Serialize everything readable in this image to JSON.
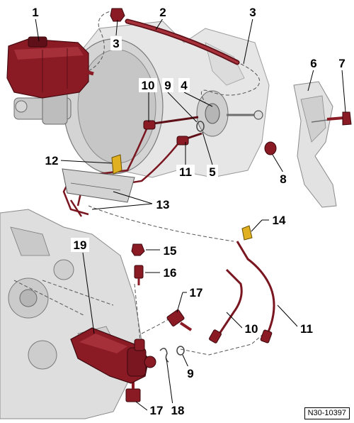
{
  "figure": {
    "reference_code": "N30-10397",
    "callouts": [
      "1",
      "2",
      "3",
      "3",
      "4",
      "5",
      "6",
      "7",
      "8",
      "9",
      "10",
      "11",
      "12",
      "13",
      "14",
      "15",
      "16",
      "17",
      "10",
      "11",
      "9",
      "17",
      "18",
      "19"
    ]
  },
  "colors": {
    "part_red": "#8a1a24",
    "part_red_dark": "#5e0f17",
    "part_red_light": "#b23a44",
    "grey_light": "#d9d9d9",
    "grey_mid": "#bdbdbd",
    "grey_dark": "#8c8c8c",
    "outline": "#2b2b2b"
  }
}
